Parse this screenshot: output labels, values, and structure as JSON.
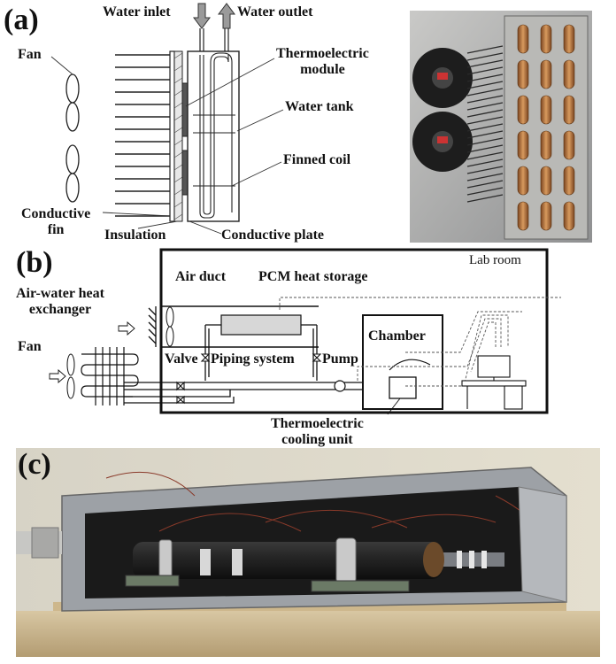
{
  "figure": {
    "panel_a": {
      "letter": "(a)",
      "labels": {
        "water_inlet": "Water inlet",
        "water_outlet": "Water outlet",
        "fan": "Fan",
        "thermoelectric_module": "Thermoelectric\nmodule",
        "water_tank": "Water tank",
        "finned_coil": "Finned coil",
        "conductive_fin": "Conductive\nfin",
        "insulation": "Insulation",
        "conductive_plate": "Conductive plate"
      }
    },
    "panel_b": {
      "letter": "(b)",
      "labels": {
        "lab_room": "Lab room",
        "air_duct": "Air duct",
        "pcm_heat_storage": "PCM heat storage",
        "air_water_hx": "Air-water heat\nexchanger",
        "fan": "Fan",
        "chamber": "Chamber",
        "valve": "Valve",
        "piping_system": "Piping system",
        "pump": "Pump",
        "te_cooling_unit": "Thermoelectric\ncooling unit"
      }
    },
    "panel_c": {
      "letter": "(c)"
    }
  },
  "colors": {
    "line": "#111111",
    "dashed": "#555555",
    "copper": "#b8713a",
    "metal": "#a9acb0",
    "dark": "#1c1c1c"
  }
}
